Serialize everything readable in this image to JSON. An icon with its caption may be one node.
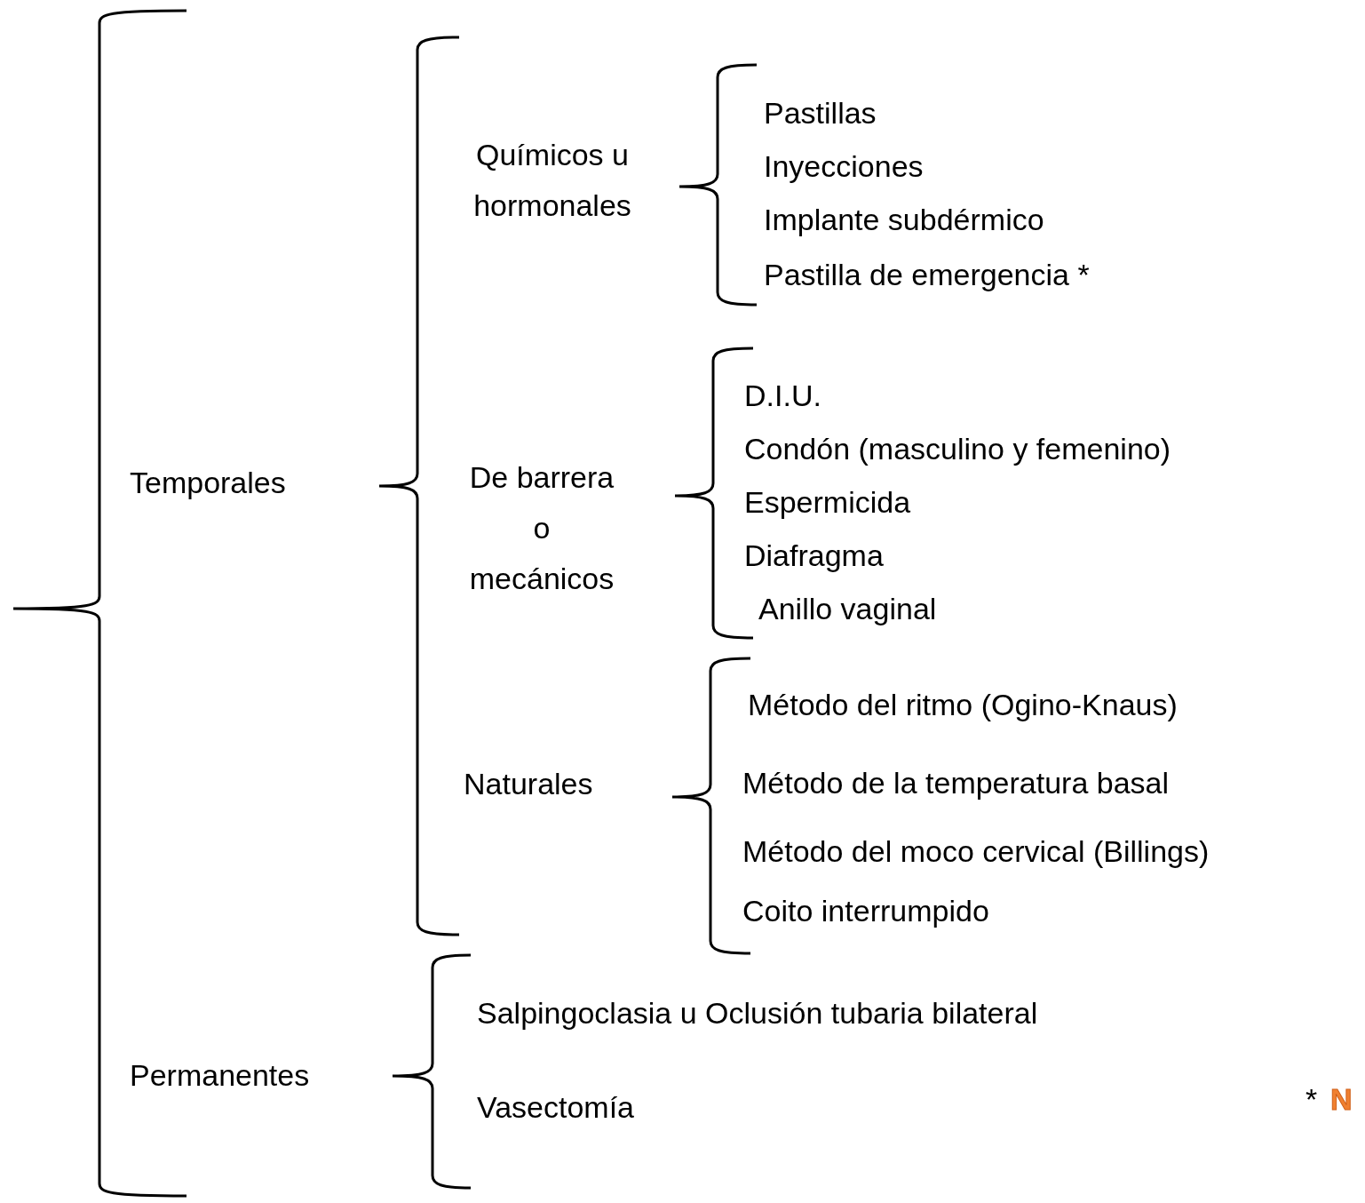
{
  "diagram": {
    "labels": [
      "Temporales",
      "Químicos u hormonales",
      "Pastillas",
      "Inyecciones",
      "Implante subdérmico",
      "Pastilla de emergencia *",
      "De barrera o mecánicos",
      "D.I.U.",
      "Condón (masculino y femenino)",
      "Espermicida",
      "Diafragma",
      "Anillo vaginal",
      "Naturales",
      "Método del ritmo (Ogino-Knaus)",
      "Método de la temperatura basal",
      "Método del moco cervical (Billings)",
      "Coito interrumpido",
      "Permanentes",
      "Salpingoclasia u Oclusión tubaria bilateral",
      "Vasectomía",
      "*",
      "N"
    ]
  }
}
